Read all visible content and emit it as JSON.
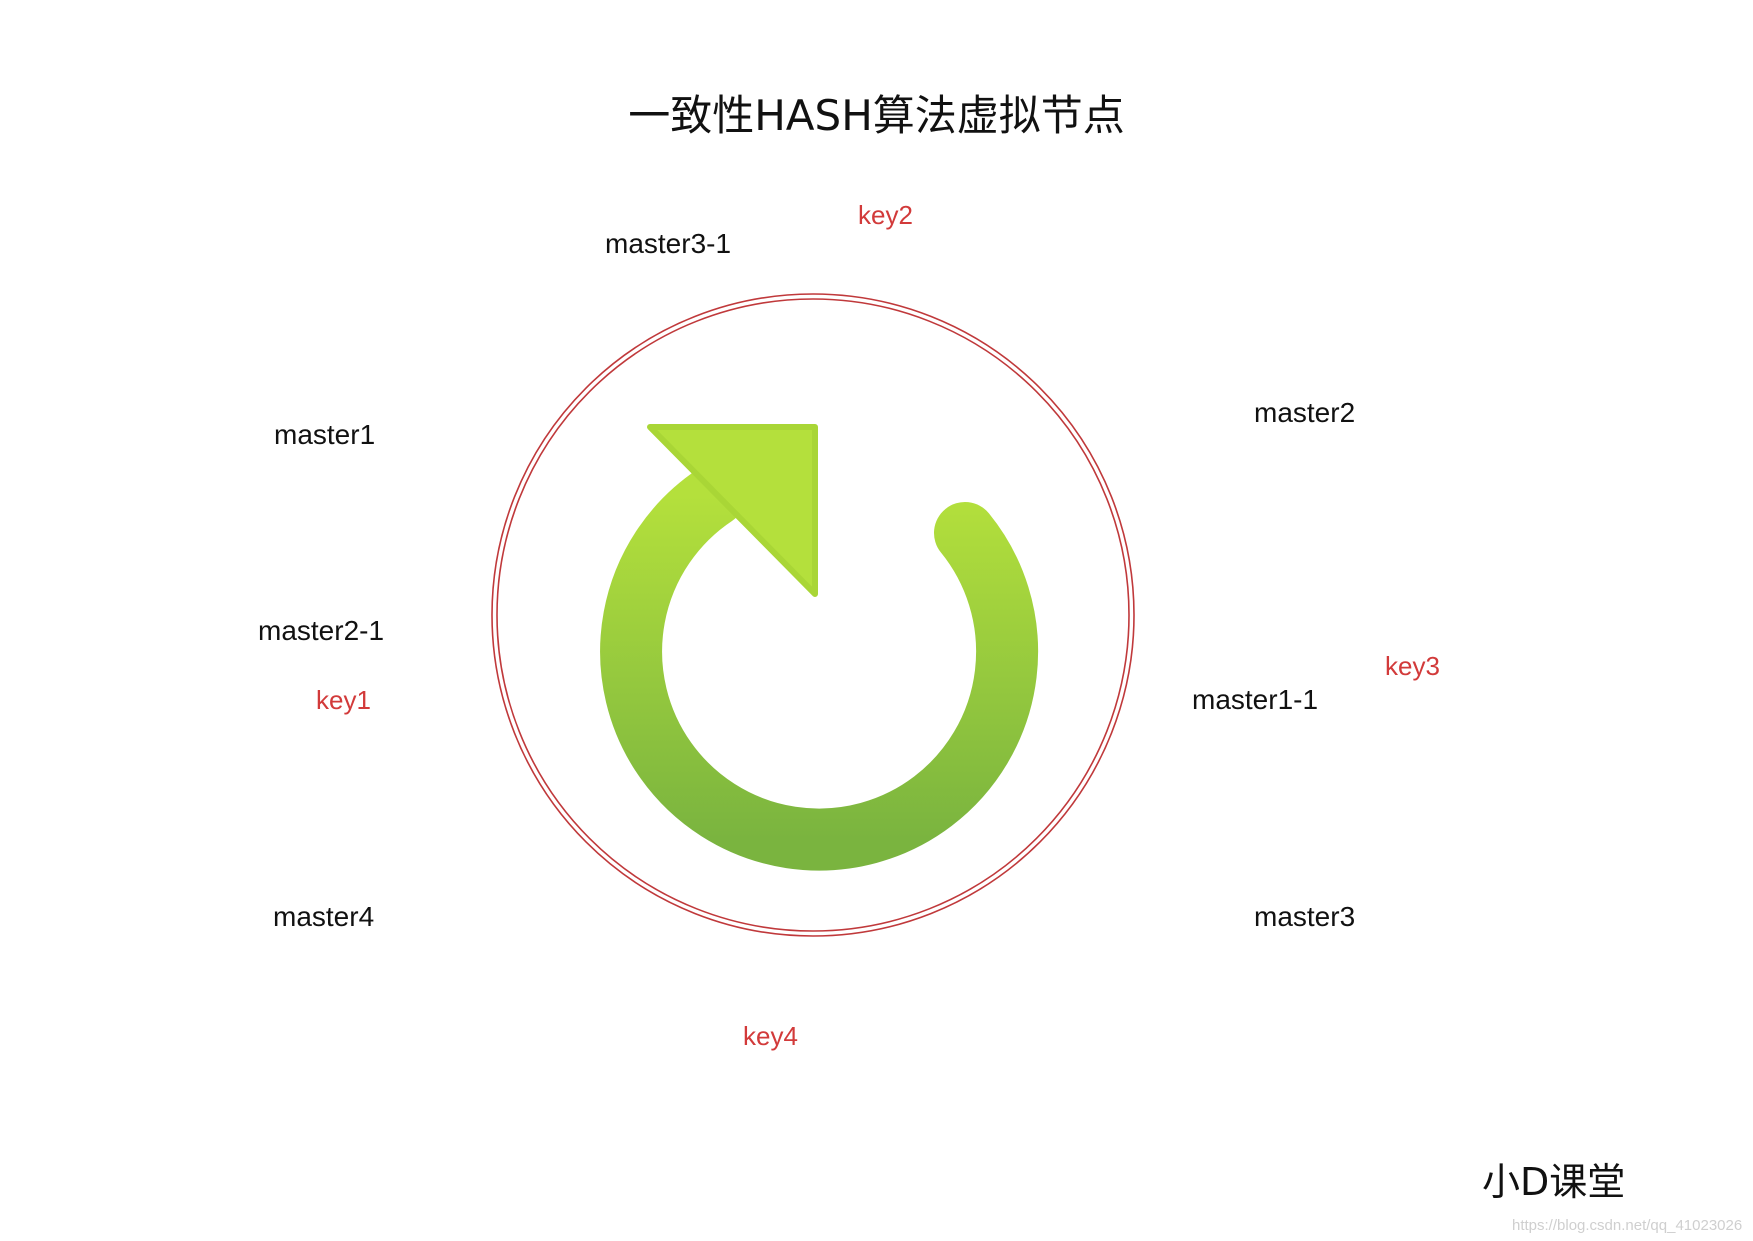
{
  "title": "一致性HASH算法虚拟节点",
  "colors": {
    "node_text": "#111111",
    "key_text": "#d23a3a",
    "ring": "#c0393b",
    "arrow_light": "#b4e03c",
    "arrow_dark": "#7ab43f"
  },
  "icons": {
    "center": "refresh-icon"
  },
  "nodes": [
    {
      "id": "master3-1",
      "label": "master3-1"
    },
    {
      "id": "master1",
      "label": "master1"
    },
    {
      "id": "master2",
      "label": "master2"
    },
    {
      "id": "master2-1",
      "label": "master2-1"
    },
    {
      "id": "master1-1",
      "label": "master1-1"
    },
    {
      "id": "master4",
      "label": "master4"
    },
    {
      "id": "master3",
      "label": "master3"
    }
  ],
  "keys": [
    {
      "id": "key2",
      "label": "key2"
    },
    {
      "id": "key1",
      "label": "key1"
    },
    {
      "id": "key3",
      "label": "key3"
    },
    {
      "id": "key4",
      "label": "key4"
    }
  ],
  "watermark": {
    "brand": "小D课堂",
    "url": "https://blog.csdn.net/qq_41023026"
  }
}
